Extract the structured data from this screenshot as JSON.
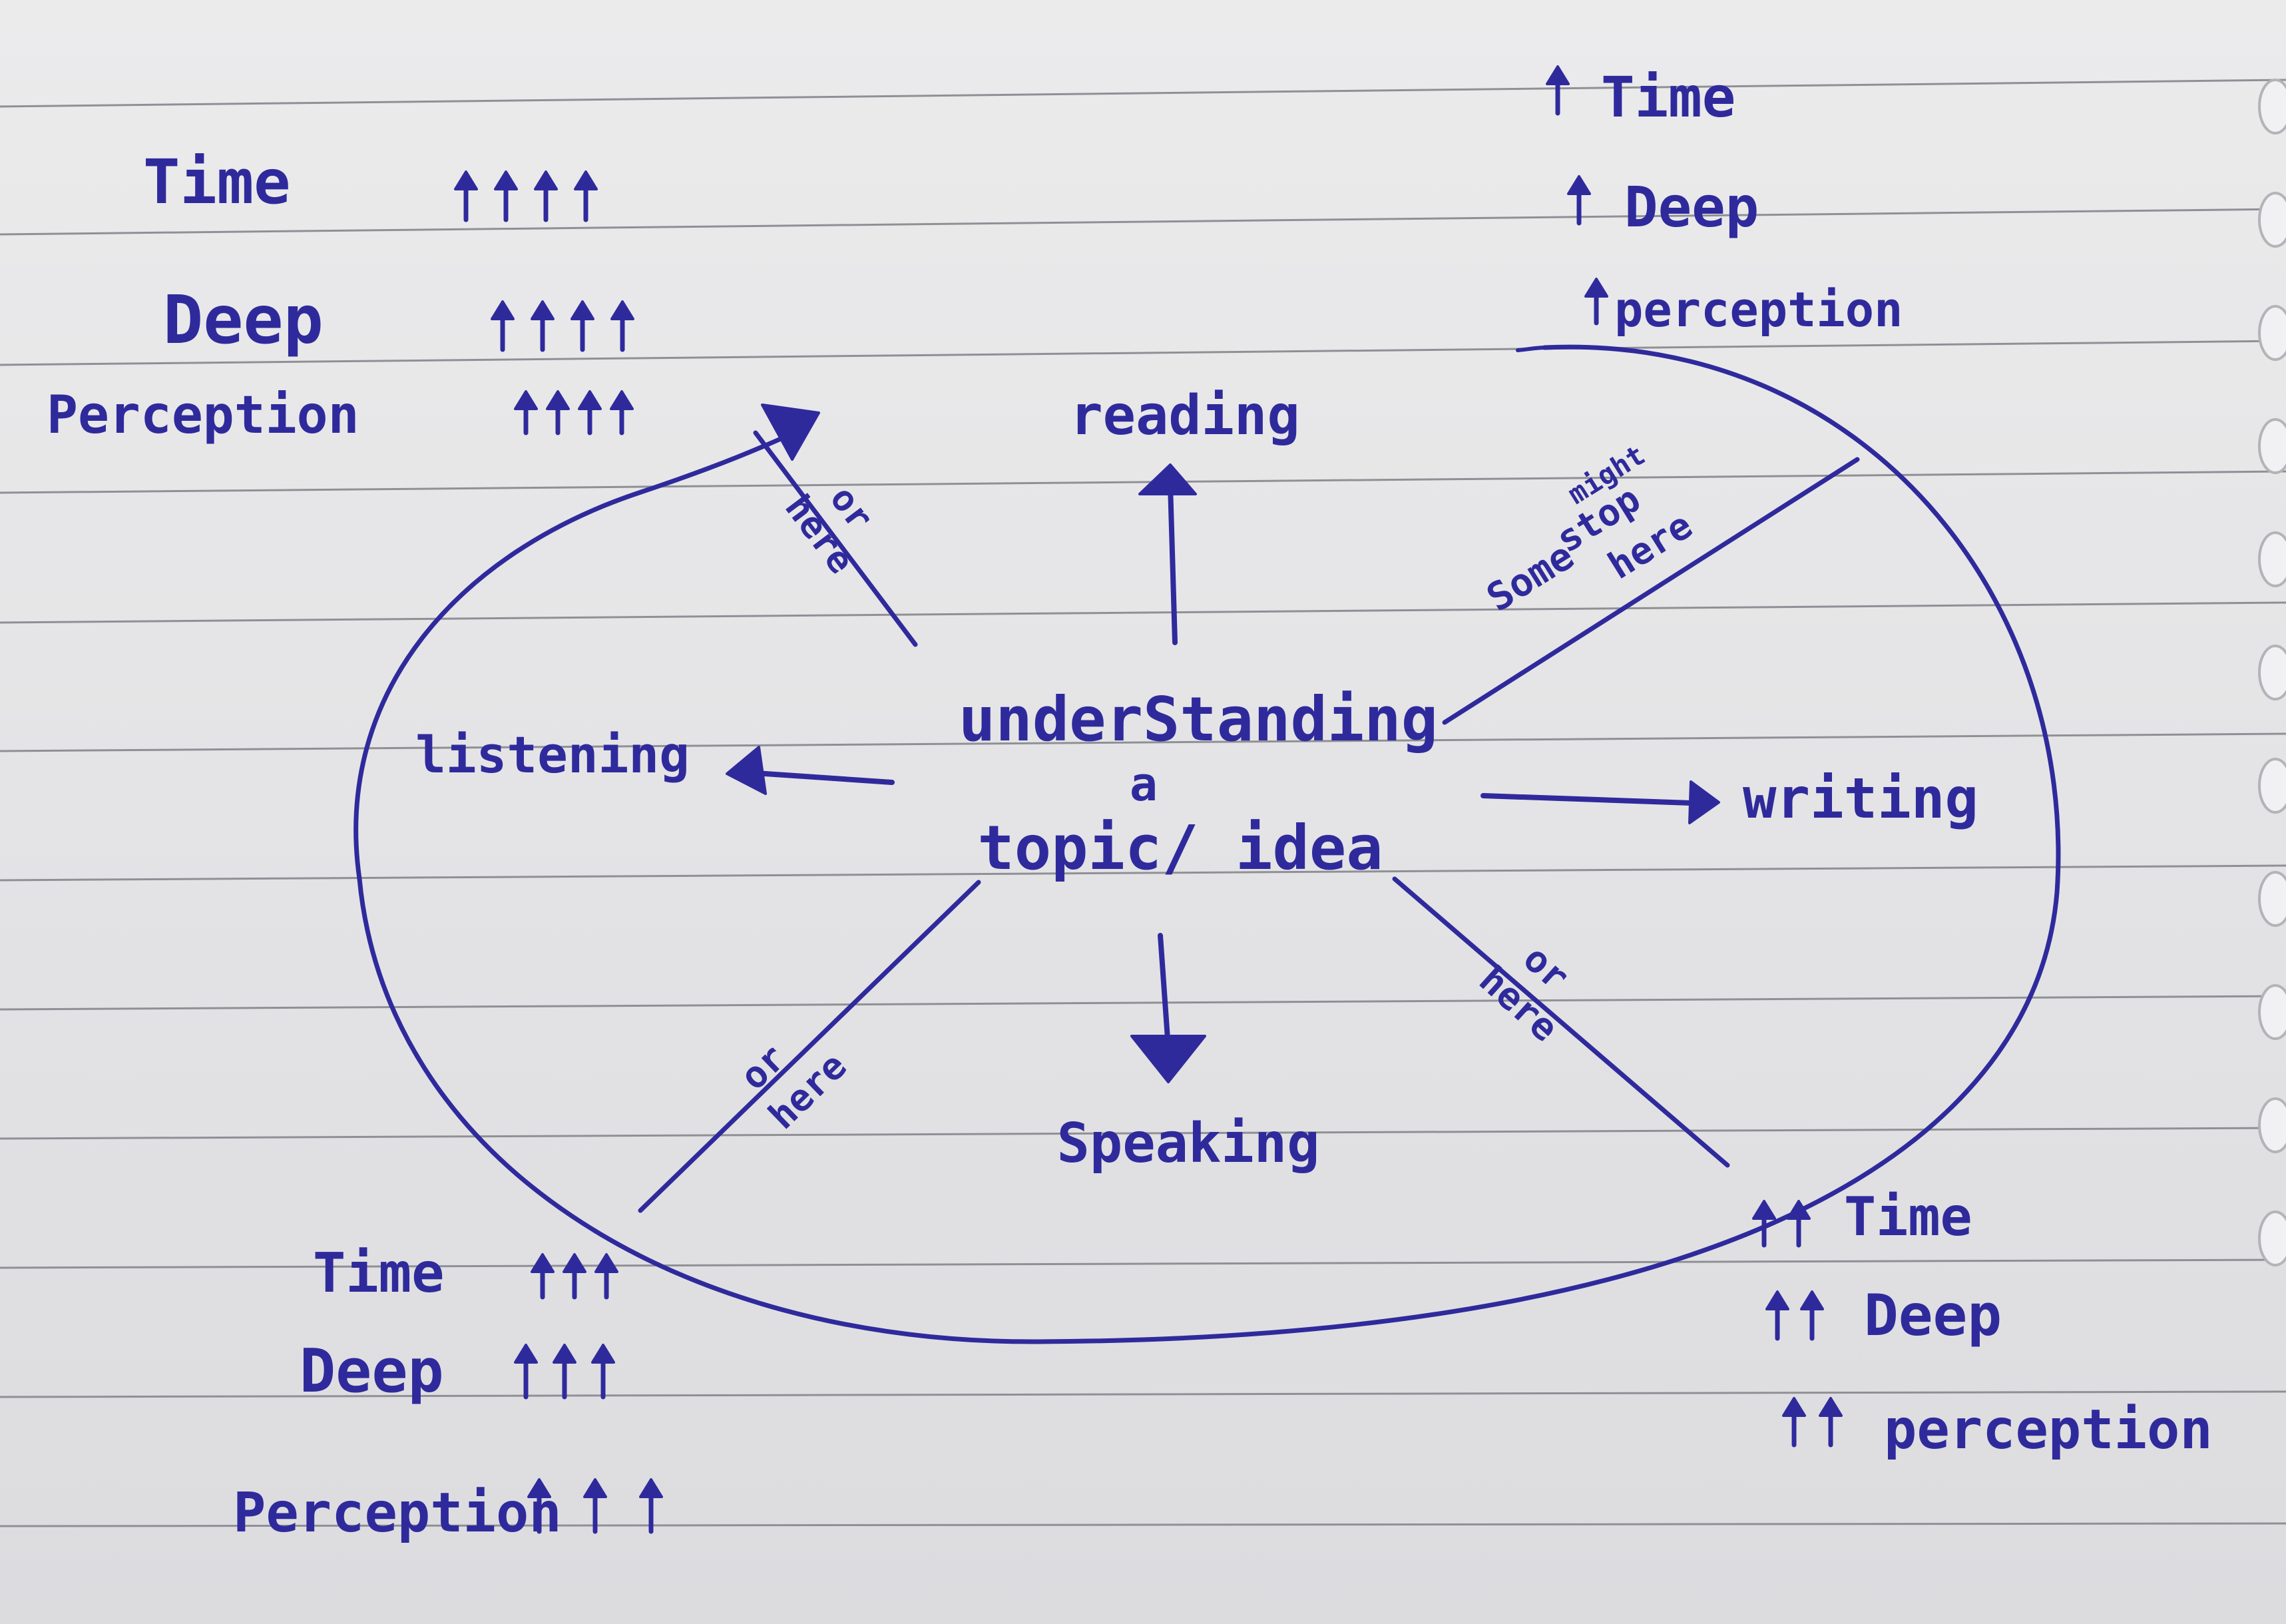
{
  "center": {
    "line1": "underStanding",
    "line2": "a",
    "line3": "topic/ idea"
  },
  "branches": {
    "reading": "reading",
    "listening": "listening",
    "writing": "writing",
    "speaking": "Speaking"
  },
  "stop_labels": {
    "top_left": [
      "or",
      "here"
    ],
    "top_right": [
      "Some",
      "might",
      "stop",
      "here"
    ],
    "bottom_left": [
      "or",
      "here"
    ],
    "bottom_right": [
      "or",
      "here"
    ]
  },
  "corner_notes": {
    "top_left": {
      "time": "Time",
      "deep": "Deep",
      "perception": "Perception",
      "arrows_per_row": [
        4,
        4,
        4
      ]
    },
    "top_right": {
      "time": "Time",
      "deep": "Deep",
      "perception": "perception",
      "arrows_per_row": [
        1,
        1,
        1
      ]
    },
    "bottom_left": {
      "time": "Time",
      "deep": "Deep",
      "perception": "Perception",
      "arrows_per_row": [
        3,
        3,
        3
      ]
    },
    "bottom_right": {
      "time": "Time",
      "deep": "Deep",
      "perception": "perception",
      "arrows_per_row": [
        2,
        2,
        2
      ]
    }
  },
  "colors": {
    "ink": "#2f2a9c",
    "paper": "#e6e6e8",
    "rule_lines": "#8f9096"
  }
}
